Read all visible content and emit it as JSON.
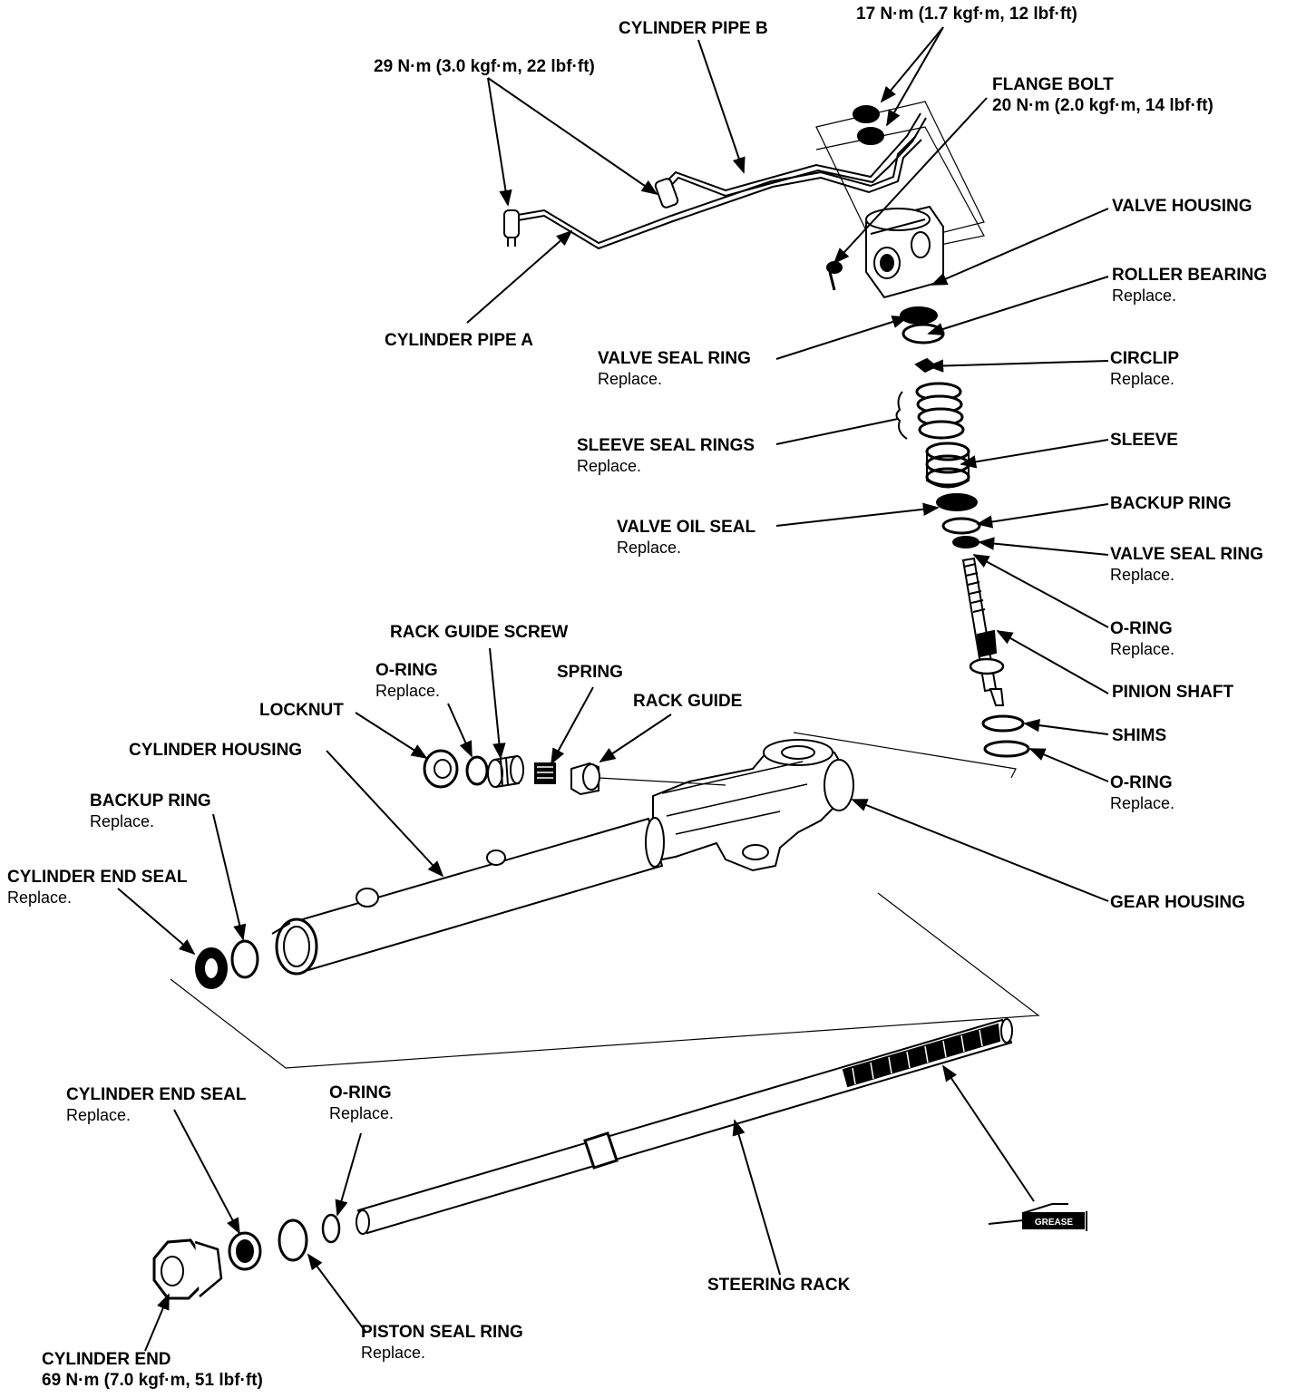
{
  "labels": {
    "torque_17": "17 N·m (1.7 kgf·m, 12 lbf·ft)",
    "cylinder_pipe_b": "CYLINDER PIPE B",
    "torque_29": "29 N·m (3.0 kgf·m, 22 lbf·ft)",
    "flange_bolt": "FLANGE BOLT",
    "flange_bolt_torque": "20 N·m (2.0 kgf·m, 14 lbf·ft)",
    "valve_housing": "VALVE HOUSING",
    "roller_bearing": "ROLLER BEARING",
    "cylinder_pipe_a": "CYLINDER PIPE A",
    "valve_seal_ring_upper": "VALVE SEAL RING",
    "circlip": "CIRCLIP",
    "sleeve_seal_rings": "SLEEVE SEAL RINGS",
    "sleeve": "SLEEVE",
    "backup_ring_valve": "BACKUP RING",
    "valve_oil_seal": "VALVE OIL SEAL",
    "valve_seal_ring_lower": "VALVE SEAL RING",
    "o_ring_pinion": "O-RING",
    "rack_guide_screw": "RACK GUIDE SCREW",
    "o_ring_screw": "O-RING",
    "spring": "SPRING",
    "rack_guide": "RACK GUIDE",
    "pinion_shaft": "PINION SHAFT",
    "locknut": "LOCKNUT",
    "cylinder_housing": "CYLINDER HOUSING",
    "shims": "SHIMS",
    "o_ring_shims": "O-RING",
    "backup_ring_cyl": "BACKUP RING",
    "cylinder_end_seal_upper": "CYLINDER END SEAL",
    "gear_housing": "GEAR HOUSING",
    "cylinder_end_seal_lower": "CYLINDER END SEAL",
    "o_ring_piston": "O-RING",
    "steering_rack": "STEERING RACK",
    "piston_seal_ring": "PISTON SEAL RING",
    "cylinder_end": "CYLINDER END",
    "cylinder_end_torque": "69 N·m (7.0 kgf·m, 51 lbf·ft)",
    "replace": "Replace.",
    "grease": "GREASE"
  }
}
